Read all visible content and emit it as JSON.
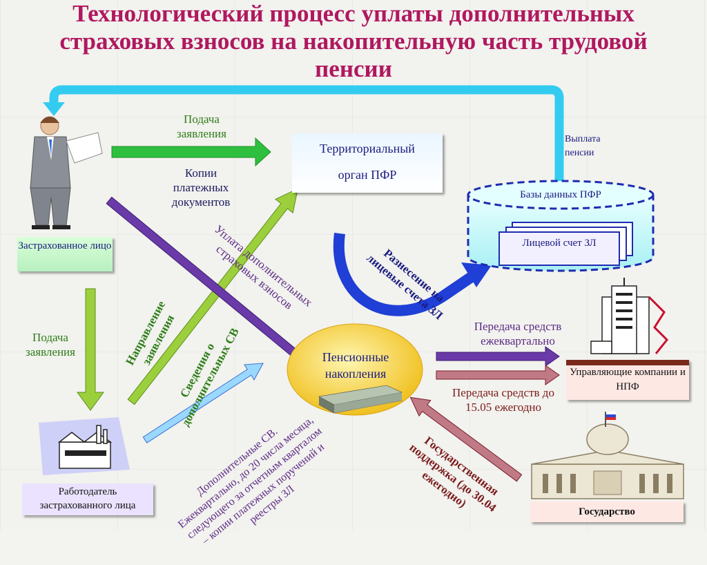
{
  "title": "Технологический процесс уплаты дополнительных страховых взносов на накопительную часть трудовой пенсии",
  "labels": {
    "podacha_top": "Подача заявления",
    "kopii": "Копии платежных документов",
    "vyplata": "Выплата пенсии",
    "uplata": "Уплата дополнительных страховых взносов",
    "napravlenie": "Направление заявления",
    "svedenia": "Сведения о дополнительных СВ",
    "raznesenie": "Разнесение на лицевые счета ЗЛ",
    "podacha_left": "Подача заявления",
    "peredacha_kv": "Передача средств ежеквартально",
    "peredacha_god": "Передача средств до 15.05 ежегодно",
    "dop_sv": "Дополнительные СВ. Ежеквартально, до 20 числа месяца, следующего за отчетным кварталом – копии платежных поручений и реестры ЗЛ",
    "gos_podderzhka": "Государственная поддержка (до 30.04 ежегодно)"
  },
  "boxes": {
    "zastrah": "Застрахованное лицо",
    "territ_line1": "Территориальный",
    "territ_line2": "орган ПФР",
    "bazy": "Базы данных ПФР",
    "litsevoy": "Лицевой счет ЗЛ",
    "pension": "Пенсионные накопления",
    "upravl": "Управляющие компании и НПФ",
    "rabotodatel": "Работодатель застрахованного лица",
    "gosudarstvo": "Государство"
  },
  "colors": {
    "title": "#b0185f",
    "green_arrow": "#2fbf3f",
    "lightgreen_arrow": "#9ccf3c",
    "purple_arrow": "#6a3aa8",
    "cyan_arrow": "#33ccf0",
    "blue_arrow": "#1f3fd6",
    "darkred_arrow": "#a33d52"
  }
}
